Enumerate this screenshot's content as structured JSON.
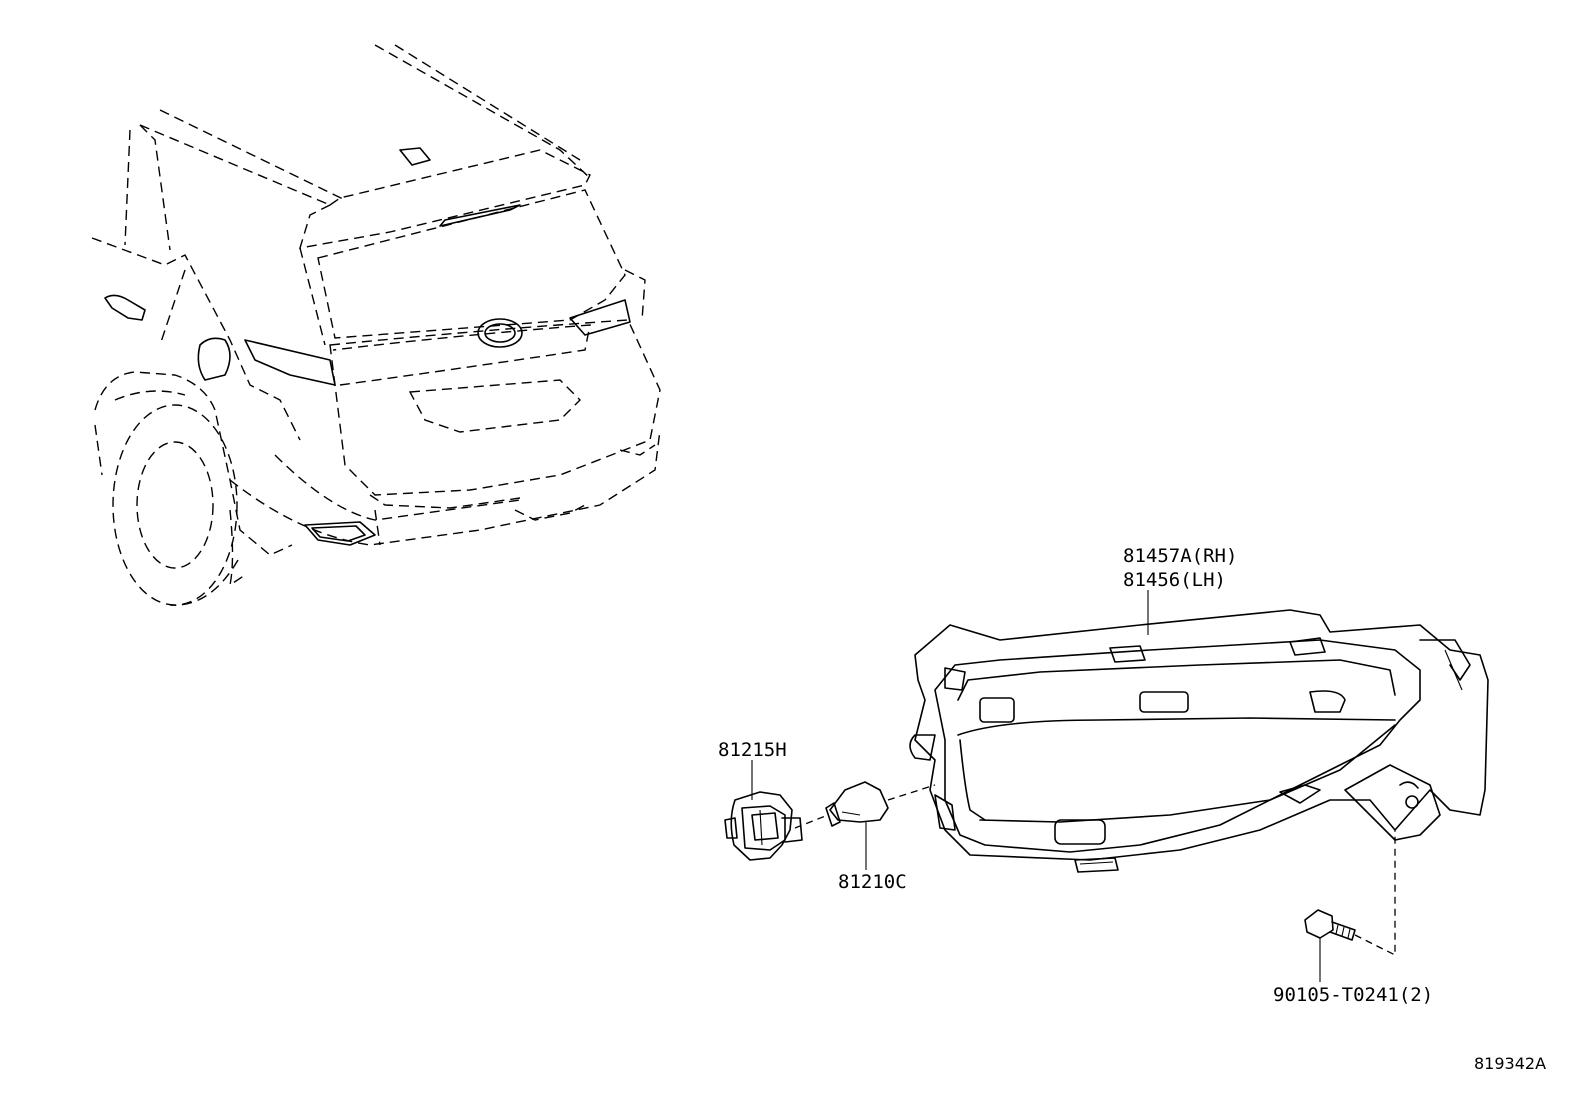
{
  "parts": {
    "fog_lamp_rh": "81457A(RH)",
    "fog_lamp_lh": "81456(LH)",
    "socket": "81215H",
    "bulb": "81210C",
    "bolt": "90105-T0241(2)"
  },
  "diagram_code": "819342A"
}
